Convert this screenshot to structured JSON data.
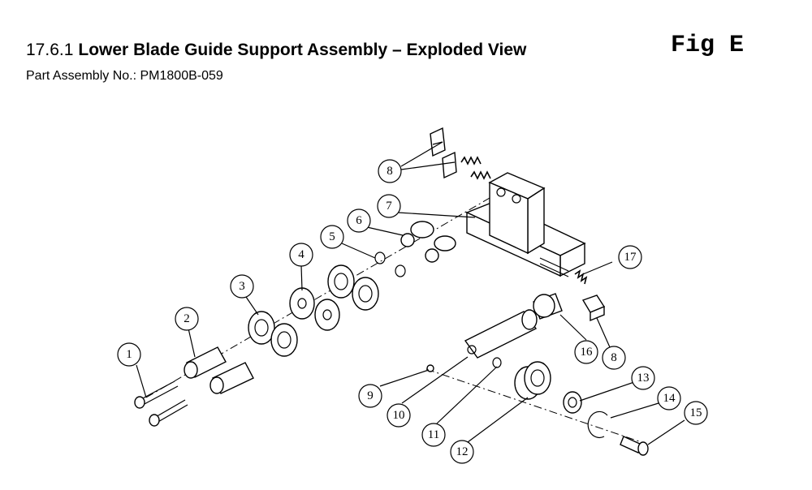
{
  "header": {
    "section": "17.6.1",
    "title": "Lower Blade Guide Support Assembly – Exploded View",
    "fig_label": "Fig E",
    "assembly_line": "Part Assembly No.: PM1800B-059"
  },
  "callouts": [
    "1",
    "2",
    "3",
    "4",
    "5",
    "6",
    "7",
    "8",
    "8",
    "9",
    "10",
    "11",
    "12",
    "13",
    "14",
    "15",
    "16",
    "17"
  ]
}
